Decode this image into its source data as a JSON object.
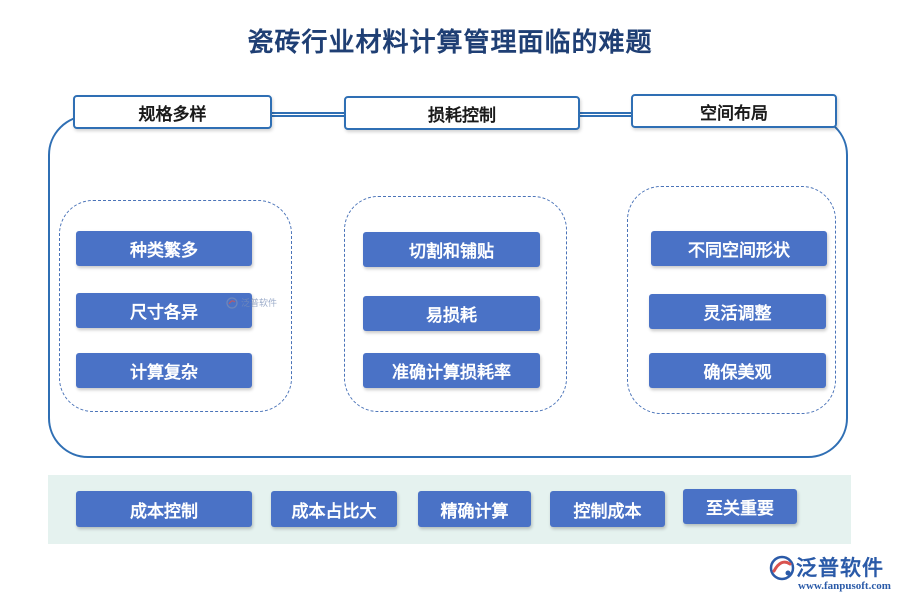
{
  "title": "瓷砖行业材料计算管理面临的难题",
  "categories": [
    {
      "label": "规格多样",
      "items": [
        "种类繁多",
        "尺寸各异",
        "计算复杂"
      ]
    },
    {
      "label": "损耗控制",
      "items": [
        "切割和铺贴",
        "易损耗",
        "准确计算损耗率"
      ]
    },
    {
      "label": "空间布局",
      "items": [
        "不同空间形状",
        "灵活调整",
        "确保美观"
      ]
    }
  ],
  "bottom_items": [
    "成本控制",
    "成本占比大",
    "精确计算",
    "控制成本",
    "至关重要"
  ],
  "watermark": {
    "text": "泛普软件"
  },
  "logo": {
    "name": "泛普软件",
    "url": "www.fanpusoft.com"
  },
  "colors": {
    "title": "#1f3f74",
    "frame": "#2f6fb4",
    "item_fill": "#4a72c6",
    "bottom_band": "#e5f2ef"
  }
}
